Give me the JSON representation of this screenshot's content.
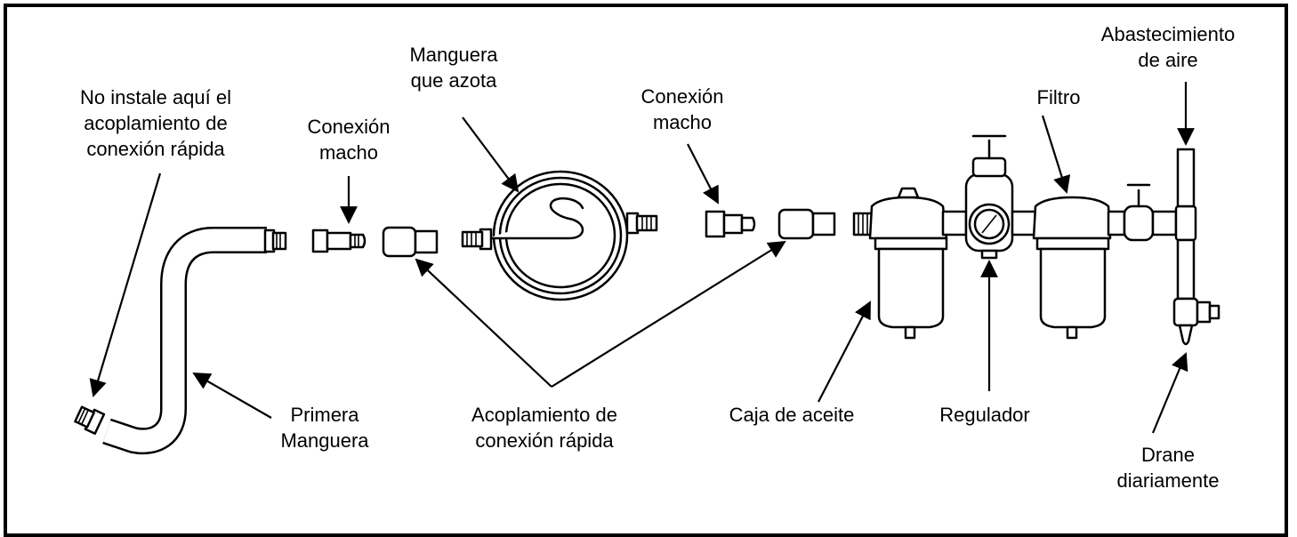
{
  "labels": {
    "no_instale": "No instale aquí el\nacoplamiento de\nconexión rápida",
    "conexion_macho_1": "Conexión\nmacho",
    "manguera_azota": "Manguera\nque azota",
    "conexion_macho_2": "Conexión\nmacho",
    "filtro": "Filtro",
    "abastecimiento": "Abastecimiento\nde aire",
    "primera_manguera": "Primera\nManguera",
    "acoplamiento": "Acoplamiento de\nconexión rápida",
    "caja_aceite": "Caja de aceite",
    "regulador": "Regulador",
    "drane": "Drane\ndiariamente"
  }
}
